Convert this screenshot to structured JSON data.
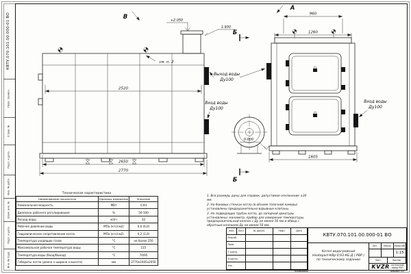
{
  "doc": {
    "designation": "КВТУ.070.101.00.000-01 ВО",
    "format_label": "Формат А3",
    "copied_label": "Копировал"
  },
  "margin_labels": {
    "perv": "Перв. примен.",
    "sprav": "Справ. №",
    "podp1": "Подп. и дата",
    "inv_dubl": "Инв. № дубл.",
    "vzam": "Взам. инв. №",
    "podp2": "Подп. и дата",
    "inv_podl": "Инв. № подл."
  },
  "drawing": {
    "view_b_label": "В",
    "view_a_label": "А",
    "section_label": "Б",
    "see_note": "см. п. 2",
    "elev_top": "+2.050",
    "elev_chimney": "1.930",
    "elev_zero": "0.000",
    "water_outlet_line1": "Выход воды",
    "water_outlet_line2": "Ду100",
    "water_inlet_line1": "Вход воды",
    "water_inlet_line2": "Ду100",
    "dims": {
      "left_body": "2520",
      "left_mid": "2650",
      "left_total": "2770",
      "front_top": "960",
      "front_body": "1260",
      "front_total": "1605"
    }
  },
  "tech_table": {
    "title": "Техническая характеристика",
    "headers": [
      "Наименование показателя",
      "Единицы измерения",
      "Значение"
    ],
    "rows": [
      [
        "Номинальная мощность",
        "МВт",
        "0,93"
      ],
      [
        "Диапазон рабочего регулирования",
        "%",
        "50-100"
      ],
      [
        "Расход воды",
        "м3/ч",
        "32"
      ],
      [
        "Рабочее давление воды",
        "МПа (кгс/см2)",
        "0,6 (6,0)"
      ],
      [
        "Гидравлическое сопротивление котла",
        "МПа (кгс/см2)",
        "0,2 (2,0)"
      ],
      [
        "Температура уходящих газов",
        "°С",
        "не более 250"
      ],
      [
        "Максимальная рабочая температура воды",
        "°С",
        "115"
      ],
      [
        "Температура воды (Вход/Выход)",
        "°С",
        "70/95"
      ],
      [
        "Габариты котла (длина х ширина х высота)",
        "мм",
        "2770х1605х2050"
      ]
    ]
  },
  "notes": [
    "1. Все размеры даны для справок, допустимое отклонение ±30 мм.",
    "2. На боковых стенках котла (в объеме топочной камеры) установлены предохранительно-взрывные клапаны.",
    "3. На подводящих трубах котла, до запорной арматуры установлены: манометр, прибор для измерения температуры, предохранительный клапан с Ду не менее 50 мм и обвод с обратным клапаном Ду не менее 50 мм."
  ],
  "title_block": {
    "designation": "КВТУ.070.101.00.000-01 ВО",
    "header_cells": [
      "Изм.",
      "Лист",
      "№ докум.",
      "Подп.",
      "Дата"
    ],
    "roles": [
      "Разраб.",
      "Пров.",
      "Т.контр.",
      "Н.контр.",
      "Утв."
    ],
    "product_line1": "Котел водогрейный",
    "product_line2": "Heatepart-КВр-0,93-КБ-Д ( РВР )",
    "product_line3": "по техническому заданию",
    "lit_label": "Лит.",
    "mass_label": "Масса",
    "scale_label": "Масштаб",
    "scale_value": "1:15",
    "sheet_label": "Лист",
    "sheets_label": "Листов",
    "company_logo": "KVZR",
    "company_name1": "котельный",
    "company_name2": "завод РЭП"
  }
}
